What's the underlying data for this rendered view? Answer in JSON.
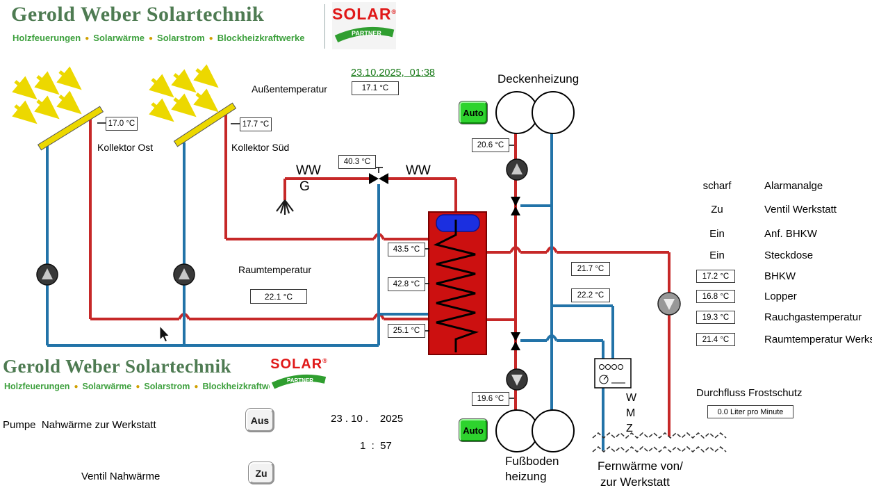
{
  "brand": {
    "name": "Gerold Weber Solartechnik",
    "bullet": "●",
    "items": [
      "Holzfeuerungen",
      "Solarwärme",
      "Solarstrom",
      "Blockheizkraftwerke"
    ]
  },
  "logo": {
    "solar": "SOLAR",
    "partner": "PARTNER",
    "reg": "®"
  },
  "datetime": "23.10.2025,  01:38",
  "outdoor": {
    "label": "Außentemperatur",
    "value": "17.1 °C"
  },
  "collectors": {
    "ost_label": "Kollektor Ost",
    "ost_value": "17.0 °C",
    "sued_label": "Kollektor Süd",
    "sued_value": "17.7 °C"
  },
  "ceiling": {
    "label": "Deckenheizung",
    "auto": "Auto",
    "value": "20.6 °C"
  },
  "ww": {
    "left": "WW",
    "g": "G",
    "right": "WW",
    "value": "40.3 °C"
  },
  "tank": {
    "top": "43.5 °C",
    "mid": "42.8 °C",
    "bottom": "25.1 °C"
  },
  "room": {
    "label": "Raumtemperatur",
    "value": "22.1 °C"
  },
  "mid_values": {
    "upper": "21.7 °C",
    "lower": "22.2 °C"
  },
  "status": {
    "rows": [
      {
        "state": "scharf",
        "label": "Alarmanalge"
      },
      {
        "state": "Zu",
        "label": "Ventil Werkstatt"
      },
      {
        "state": "Ein",
        "label": "Anf. BHKW"
      },
      {
        "state": "Ein",
        "label": "Steckdose"
      }
    ],
    "values": [
      {
        "value": "17.2 °C",
        "label": "BHKW"
      },
      {
        "value": "16.8 °C",
        "label": "Lopper"
      },
      {
        "value": "19.3 °C",
        "label": "Rauchgastemperatur"
      },
      {
        "value": "21.4 °C",
        "label": "Raumtemperatur Werkstatt"
      }
    ]
  },
  "flow": {
    "label": "Durchfluss Frostschutz",
    "value": "0.0 Liter pro Minute"
  },
  "wmz": {
    "w": "W",
    "m": "M",
    "z": "Z"
  },
  "floor": {
    "auto": "Auto",
    "value": "19.6 °C",
    "line1": "Fußboden",
    "line2": "heizung"
  },
  "remote": {
    "line1": "Fernwärme von/",
    "line2": "zur Werkstatt"
  },
  "controls": {
    "pump_label": "Pumpe  Nahwärme zur Werkstatt",
    "pump_state": "Aus",
    "valve_label": "Ventil Nahwärme",
    "valve_state": "Zu",
    "date": "23 . 10 .    2025",
    "time": "1  :  57"
  },
  "colors": {
    "hot": "#c62828",
    "cold": "#2273a8",
    "tank_body": "#cc1010",
    "tank_cap": "#1b2fe0",
    "auto_green": "#2ed32e",
    "collector_yellow": "#ecd800",
    "brand_green": "#4e7b52",
    "logo_red": "#e01818"
  }
}
